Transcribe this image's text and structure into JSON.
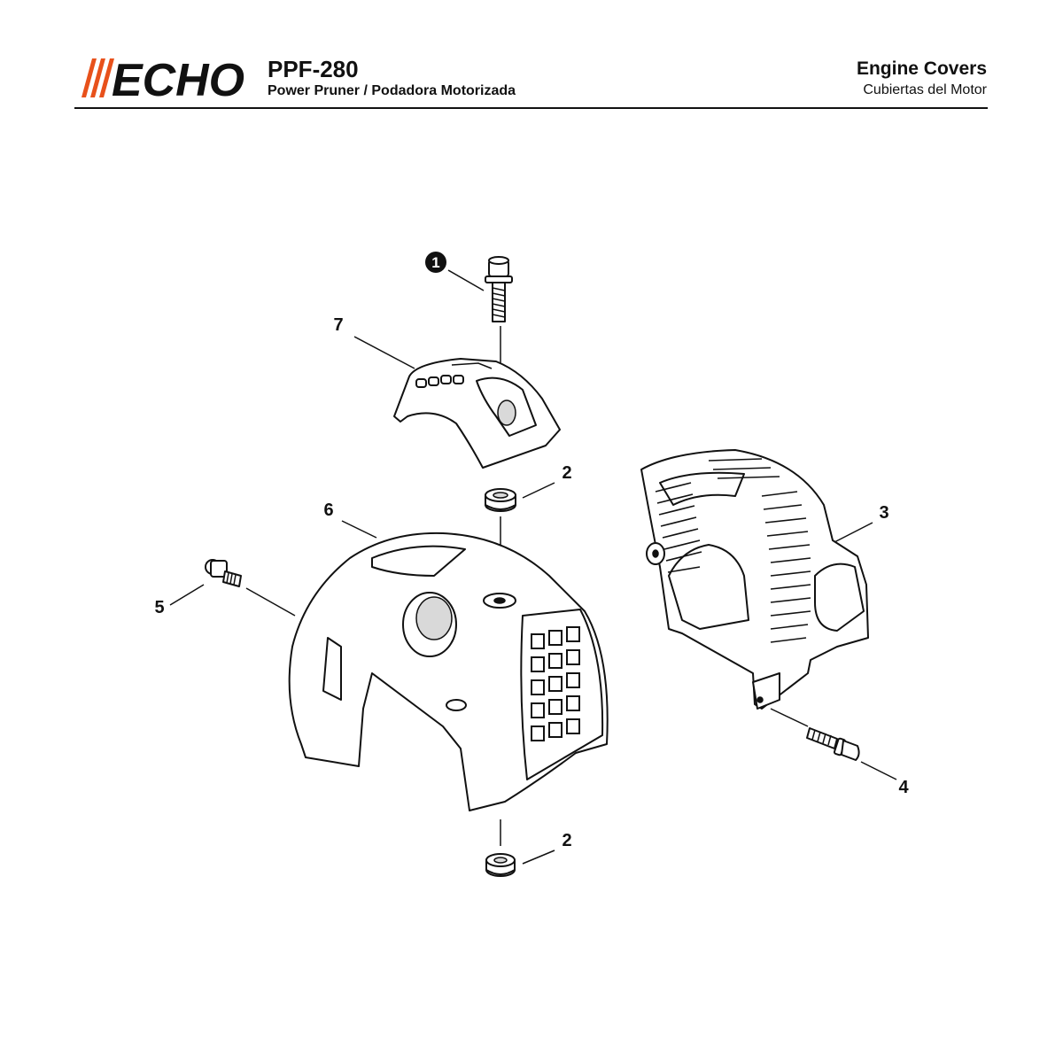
{
  "header": {
    "brand": "ECHO",
    "model": "PPF-280",
    "subtitle": "Power Pruner / Podadora Motorizada",
    "section_title_en": "Engine Covers",
    "section_title_es": "Cubiertas del Motor"
  },
  "colors": {
    "brand_orange": "#E8511B",
    "ink": "#111111"
  },
  "callouts": {
    "c1": "1",
    "c2_top": "2",
    "c2_bottom": "2",
    "c3": "3",
    "c4": "4",
    "c5": "5",
    "c6": "6",
    "c7": "7"
  }
}
